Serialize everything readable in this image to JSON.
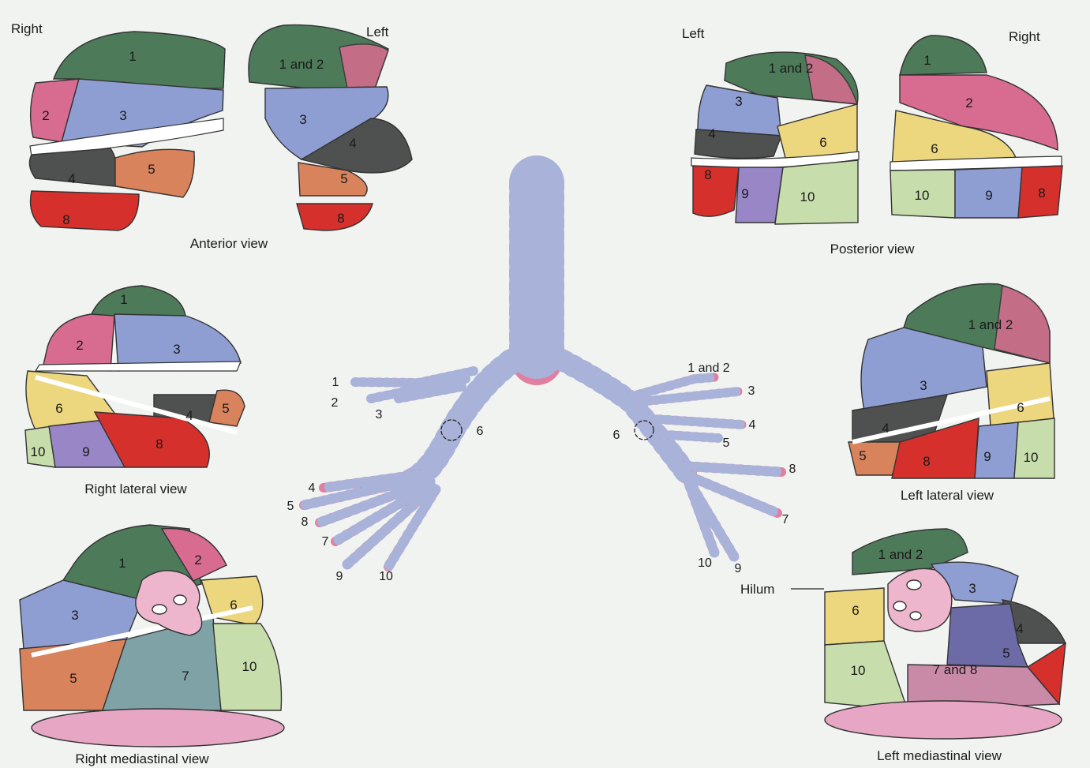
{
  "colors": {
    "green": "#4d7a59",
    "pink": "#d86b90",
    "periwinkle": "#8e9ed2",
    "gray": "#4f5150",
    "salmon": "#d8835c",
    "red": "#d6302d",
    "yellow": "#ecd67e",
    "light_green": "#c8ddac",
    "purple": "#9886c6",
    "teal": "#7fa2a6",
    "airway_pink": "#e07f9f",
    "airway_blue": "#a9b2d8"
  },
  "anterior": {
    "title": "Anterior view",
    "right_label": "Right",
    "left_label": "Left",
    "right_segments": [
      "1",
      "2",
      "3",
      "4",
      "5",
      "8"
    ],
    "left_segments": [
      "1 and 2",
      "3",
      "4",
      "5",
      "8"
    ]
  },
  "posterior": {
    "title": "Posterior view",
    "left_label": "Left",
    "right_label": "Right",
    "left_segments": [
      "1 and 2",
      "3",
      "4",
      "6",
      "8",
      "9",
      "10"
    ],
    "right_segments": [
      "1",
      "2",
      "6",
      "10",
      "9",
      "8"
    ]
  },
  "right_lateral": {
    "title": "Right lateral view",
    "segments": [
      "1",
      "2",
      "3",
      "6",
      "4",
      "5",
      "10",
      "9",
      "8"
    ]
  },
  "left_lateral": {
    "title": "Left lateral view",
    "segments": [
      "1 and 2",
      "3",
      "6",
      "4",
      "5",
      "8",
      "9",
      "10"
    ]
  },
  "right_mediastinal": {
    "title": "Right mediastinal view",
    "segments": [
      "1",
      "2",
      "3",
      "6",
      "5",
      "7",
      "10"
    ]
  },
  "left_mediastinal": {
    "title": "Left mediastinal view",
    "segments": [
      "1 and 2",
      "3",
      "6",
      "4",
      "5",
      "10",
      "7 and 8"
    ],
    "hilum_label": "Hilum"
  },
  "bronchial_tree": {
    "right_labels": [
      "1",
      "2",
      "3",
      "6",
      "4",
      "5",
      "8",
      "7",
      "9",
      "10"
    ],
    "left_labels": [
      "1 and 2",
      "3",
      "4",
      "6",
      "5",
      "8",
      "7",
      "10",
      "9"
    ]
  }
}
